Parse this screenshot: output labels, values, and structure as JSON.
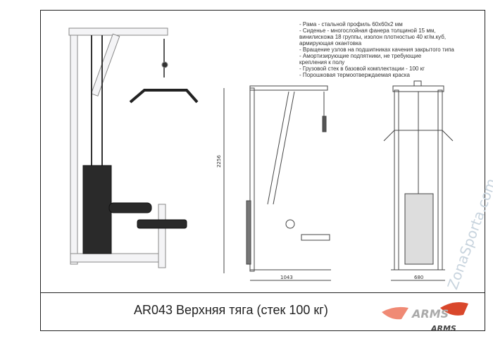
{
  "specs": [
    "- Рама - стальной профиль 60х60х2 мм",
    "- Сиденье - многослойная фанера толщиной 15 мм,\nвинилискожа 18 группы, изолон плотностью 40 кг/м.куб,\n армирующая окантовка",
    "- Вращение узлов на подшипниках качения закрытого типа",
    "- Амортизирующие подпятники, не требующие\nкрепления к полу",
    "- Грузовой стек в базовой комплектации - 100 кг",
    "- Порошковая термоотверждаемая краска"
  ],
  "dimensions": {
    "height": "2256",
    "length": "1043",
    "width": "680"
  },
  "title": "AR043 Верхняя тяга (стек 100 кг)",
  "logo": {
    "brand": "ARMS",
    "color": "#d9472b"
  },
  "watermark": "ZonaSporta.com"
}
